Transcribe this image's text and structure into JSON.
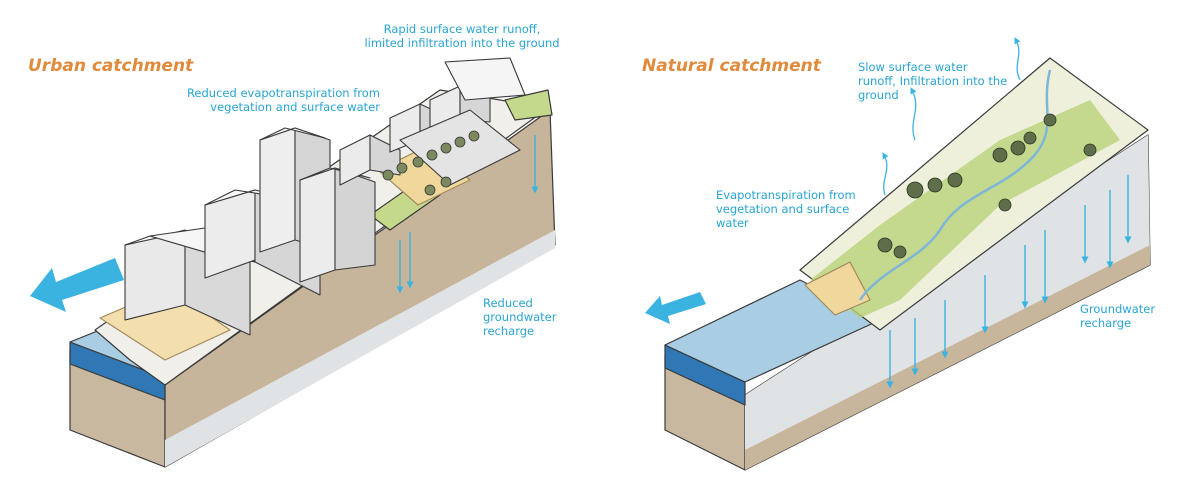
{
  "urban": {
    "title": "Urban catchment",
    "runoff_label": "Rapid surface water runoff, limited infiltration into the ground",
    "evapo_label": "Reduced evapotranspiration from vegetation and surface water",
    "recharge_label": "Reduced groundwater recharge"
  },
  "natural": {
    "title": "Natural catchment",
    "runoff_label": "Slow surface water runoff, Infiltration into the ground",
    "evapo_label": "Evapotranspiration from vegetation and surface water",
    "recharge_label": "Groundwater recharge"
  },
  "colors": {
    "title": "#e08a3c",
    "label": "#29a4d2",
    "arrow": "#3bb3e0",
    "soil": "#c9b8a0",
    "water_top": "#a9cde3",
    "water_side": "#2f78b5",
    "groundwater": "#d8dde0",
    "vegetation": "#b9d27a",
    "tree": "#5f6e4a"
  }
}
